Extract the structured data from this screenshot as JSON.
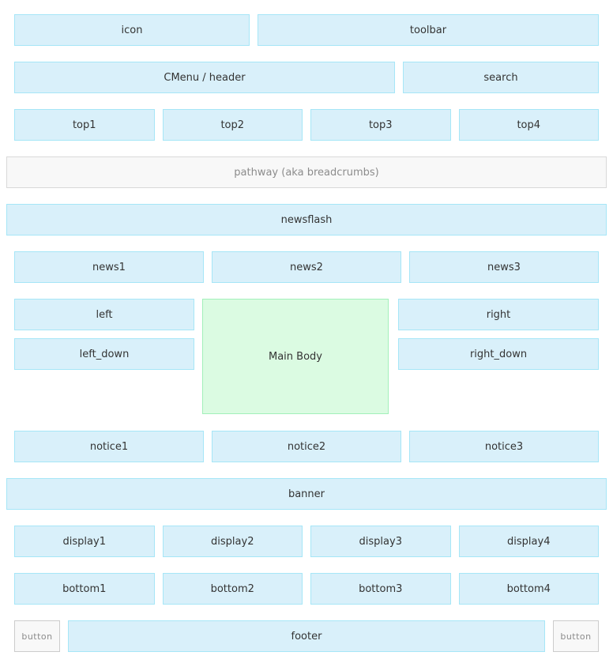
{
  "colors": {
    "blue_fill": "#d9f0fa",
    "blue_border": "#a6e6f7",
    "green_fill": "#dbfbe2",
    "green_border": "#a2f0ba",
    "gray_fill": "#f8f8f8",
    "gray_border": "#d9d9d9",
    "button_border": "#cccccc",
    "text": "#333333",
    "muted_text": "#8c8c8c",
    "page_bg": "#ffffff"
  },
  "layout": {
    "header_row": {
      "icon": "icon",
      "toolbar": "toolbar"
    },
    "menu_row": {
      "cmenu": "CMenu / header",
      "search": "search"
    },
    "top": [
      "top1",
      "top2",
      "top3",
      "top4"
    ],
    "pathway": "pathway (aka breadcrumbs)",
    "newsflash": "newsflash",
    "news": [
      "news1",
      "news2",
      "news3"
    ],
    "middle": {
      "left": "left",
      "left_down": "left_down",
      "main": "Main Body",
      "right": "right",
      "right_down": "right_down"
    },
    "notice": [
      "notice1",
      "notice2",
      "notice3"
    ],
    "banner": "banner",
    "display": [
      "display1",
      "display2",
      "display3",
      "display4"
    ],
    "bottom": [
      "bottom1",
      "bottom2",
      "bottom3",
      "bottom4"
    ],
    "footer_row": {
      "button_left": "button",
      "footer": "footer",
      "button_right": "button"
    }
  }
}
